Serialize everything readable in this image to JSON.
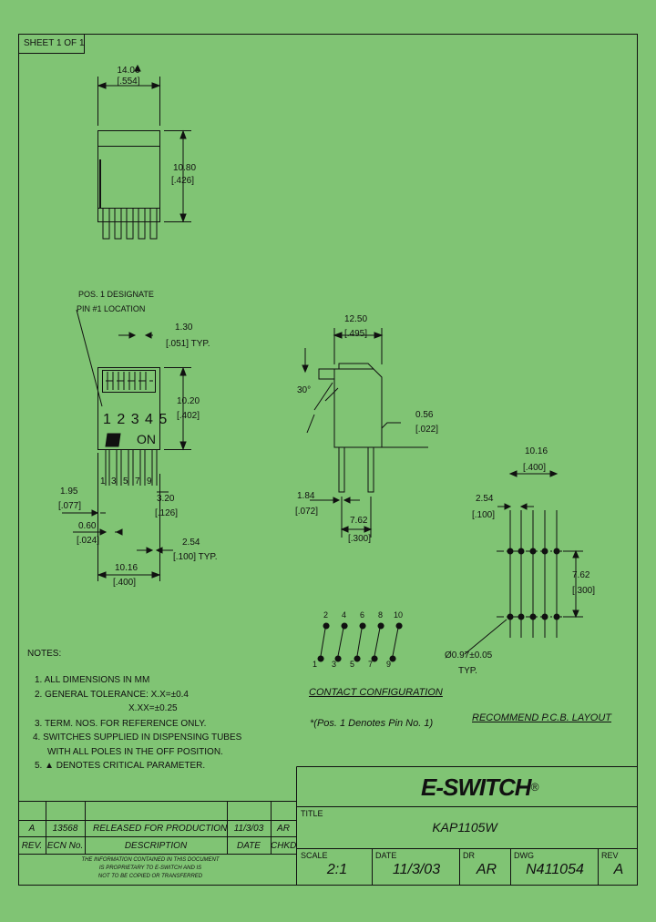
{
  "sheet": "SHEET 1 OF 1",
  "top_view": {
    "width_mm": "14.06",
    "width_in": "[.554]",
    "height_mm": "10.80",
    "height_in": "[.426]"
  },
  "front_view": {
    "pos_note_1": "POS. 1 DESIGNATE",
    "pos_note_2": "PIN #1 LOCATION",
    "pitch_mm": "1.30",
    "pitch_in": "[.051] TYP.",
    "height_mm": "10.20",
    "height_in": "[.402]",
    "switch_numbers": "1 2 3 4 5",
    "on_label": "ON",
    "pin_labels": [
      "1",
      "3",
      "5",
      "7",
      "9"
    ],
    "d1_mm": "1.95",
    "d1_in": "[.077]",
    "d2_mm": "0.60",
    "d2_in": "[.024]",
    "d3_mm": "3.20",
    "d3_in": "[.126]",
    "d4_mm": "2.54",
    "d4_in": "[.100] TYP.",
    "d5_mm": "10.16",
    "d5_in": "[.400]"
  },
  "side_view": {
    "width_mm": "12.50",
    "width_in": "[.495]",
    "angle": "30°",
    "pin_mm": "0.56",
    "pin_in": "[.022]",
    "offset_mm": "1.84",
    "offset_in": "[.072]",
    "row_mm": "7.62",
    "row_in": "[.300]"
  },
  "pcb": {
    "width_mm": "10.16",
    "width_in": "[.400]",
    "pitch_mm": "2.54",
    "pitch_in": "[.100]",
    "row_mm": "7.62",
    "row_in": "[.300]",
    "hole": "Ø0.97±0.05",
    "hole_typ": "TYP.",
    "caption": "RECOMMEND P.C.B. LAYOUT"
  },
  "contact": {
    "top_labels": [
      "2",
      "4",
      "6",
      "8",
      "10"
    ],
    "bottom_labels": [
      "1",
      "3",
      "5",
      "7",
      "9"
    ],
    "caption": "CONTACT CONFIGURATION",
    "note": "*(Pos. 1 Denotes Pin No. 1)"
  },
  "notes": {
    "title": "NOTES:",
    "items": [
      "1.  ALL DIMENSIONS IN MM",
      "2.  GENERAL TOLERANCE: X.X=±0.4",
      "X.XX=±0.25",
      "3.  TERM. NOS. FOR REFERENCE ONLY.",
      "4.  SWITCHES SUPPLIED IN DISPENSING TUBES",
      "WITH ALL POLES IN THE OFF POSITION.",
      "5.  ▲ DENOTES CRITICAL PARAMETER."
    ]
  },
  "revision": {
    "rev": "A",
    "ecn": "13568",
    "description": "RELEASED FOR PRODUCTION",
    "date": "11/3/03",
    "chkd": "AR",
    "headers": [
      "REV.",
      "ECN No.",
      "DESCRIPTION",
      "DATE",
      "CHKD"
    ],
    "proprietary": [
      "THE INFORMATION CONTAINED IN THIS DOCUMENT",
      "IS PROPRIETARY TO E-SWITCH AND IS",
      "NOT TO BE COPIED OR TRANSFERRED"
    ]
  },
  "title_block": {
    "logo": "E-SWITCH",
    "logo_mark": "®",
    "title_label": "TITLE",
    "title": "KAP1105W",
    "scale_label": "SCALE",
    "scale": "2:1",
    "date_label": "DATE",
    "date": "11/3/03",
    "dr_label": "DR",
    "dr": "AR",
    "dwg_label": "DWG",
    "dwg": "N411054",
    "rev_label": "REV",
    "rev": "A"
  }
}
